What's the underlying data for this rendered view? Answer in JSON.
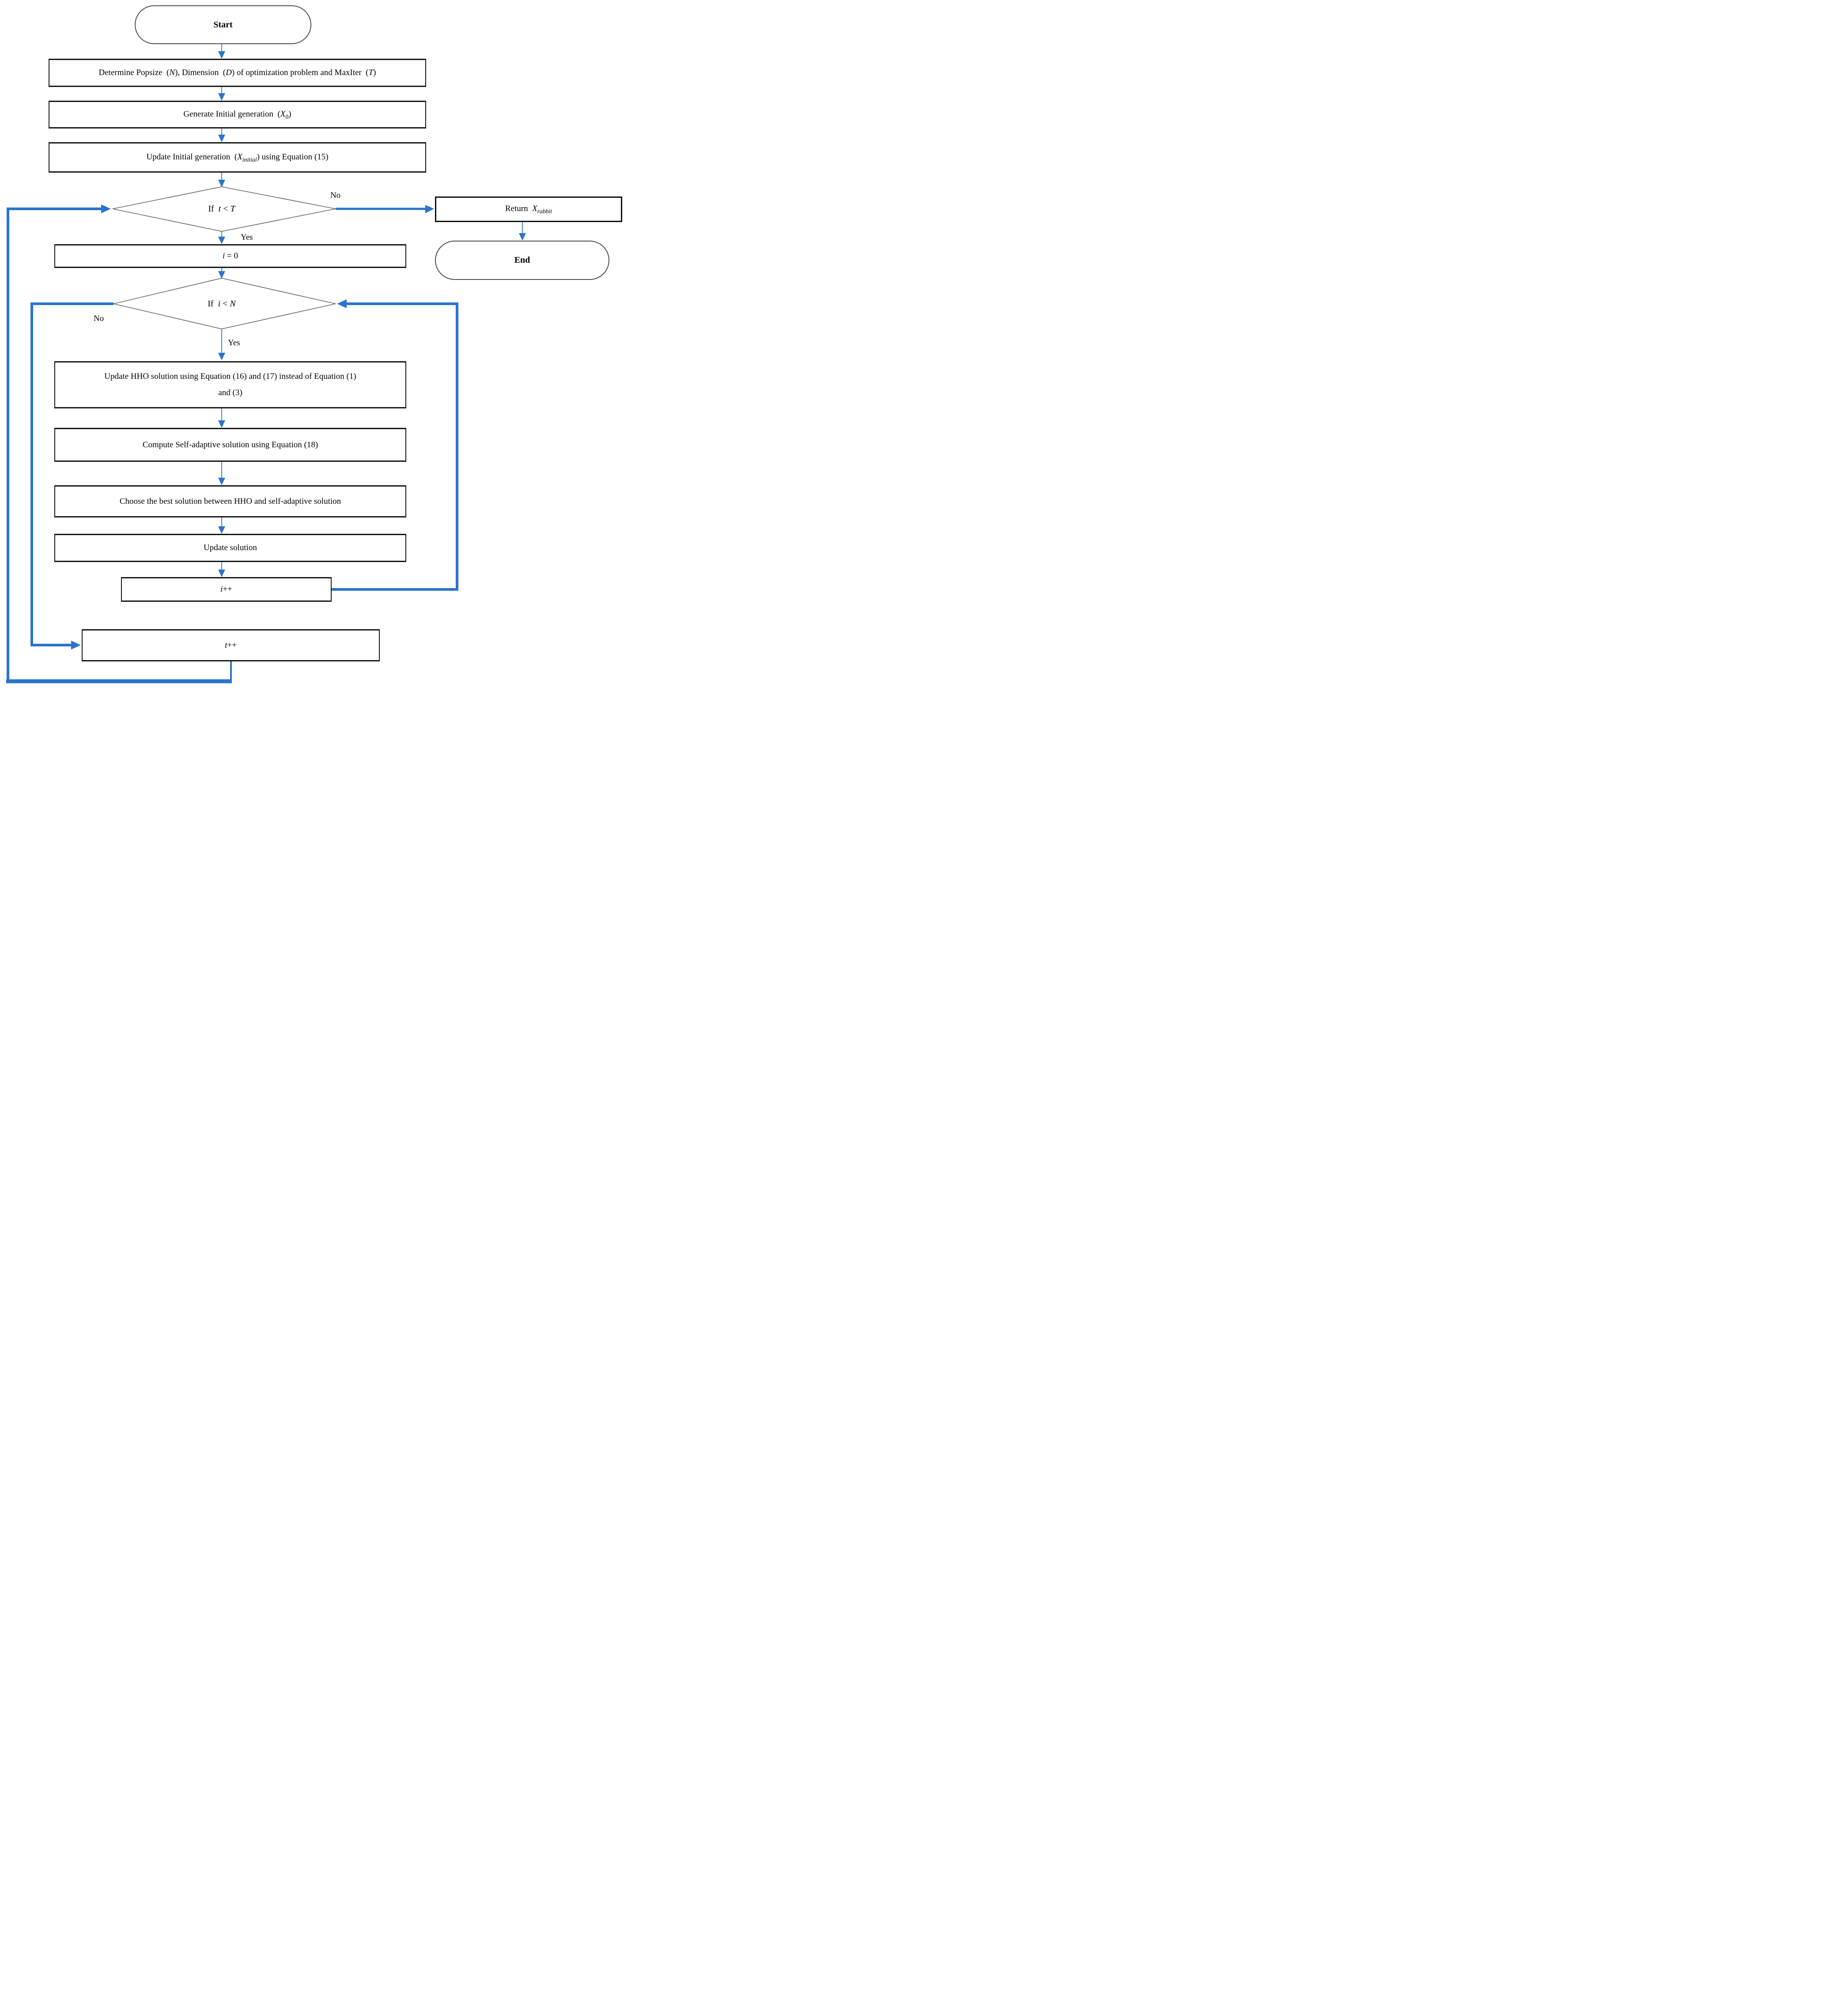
{
  "figure": {
    "type": "flowchart",
    "description_of_depiction": "Flowchart of a self-adaptive HHO optimization algorithm loop"
  },
  "colors": {
    "loop_arrow_blue": "#2B73CD",
    "connector_blue": "#4C8BD4",
    "arrowhead_blue": "#2B73CD",
    "box_border_black": "#161616",
    "shape_outline_gray": "#4f4f4f",
    "background": "#ffffff",
    "text": "#000000"
  },
  "nodes": {
    "start": {
      "label": "Start"
    },
    "determine": {
      "parts": [
        "Determine Popsize  (",
        "N",
        "), Dimension  (",
        "D",
        ") of optimization problem and MaxIter  (",
        "T",
        ")"
      ]
    },
    "generate": {
      "parts": [
        "Generate Initial generation  (",
        "X",
        "0",
        ")"
      ]
    },
    "update_initial": {
      "parts": [
        "Update Initial generation  (",
        "X",
        "initial",
        ") using Equation (15)"
      ]
    },
    "if_t": {
      "parts": [
        "If  ",
        "t",
        " < ",
        "T"
      ]
    },
    "return_rabbit": {
      "parts": [
        "Return  ",
        "X",
        "rabbit"
      ]
    },
    "end": {
      "label": "End"
    },
    "i_init": {
      "parts": [
        "i",
        " = 0"
      ]
    },
    "if_i": {
      "parts": [
        "If  ",
        "i",
        " < ",
        "N"
      ]
    },
    "update_hho": {
      "line1": "Update HHO solution using Equation (16) and (17) instead of Equation (1)",
      "line2": "and (3)"
    },
    "compute_adaptive": {
      "label": "Compute Self-adaptive solution using Equation (18)"
    },
    "choose_best": {
      "label": "Choose the best solution between HHO and self-adaptive solution"
    },
    "update_solution": {
      "label": "Update solution"
    },
    "i_increment": {
      "parts": [
        "i",
        "++"
      ]
    },
    "t_increment": {
      "parts": [
        "t",
        "++"
      ]
    }
  },
  "edge_labels": {
    "t_no": "No",
    "t_yes": "Yes",
    "i_no": "No",
    "i_yes": "Yes"
  }
}
